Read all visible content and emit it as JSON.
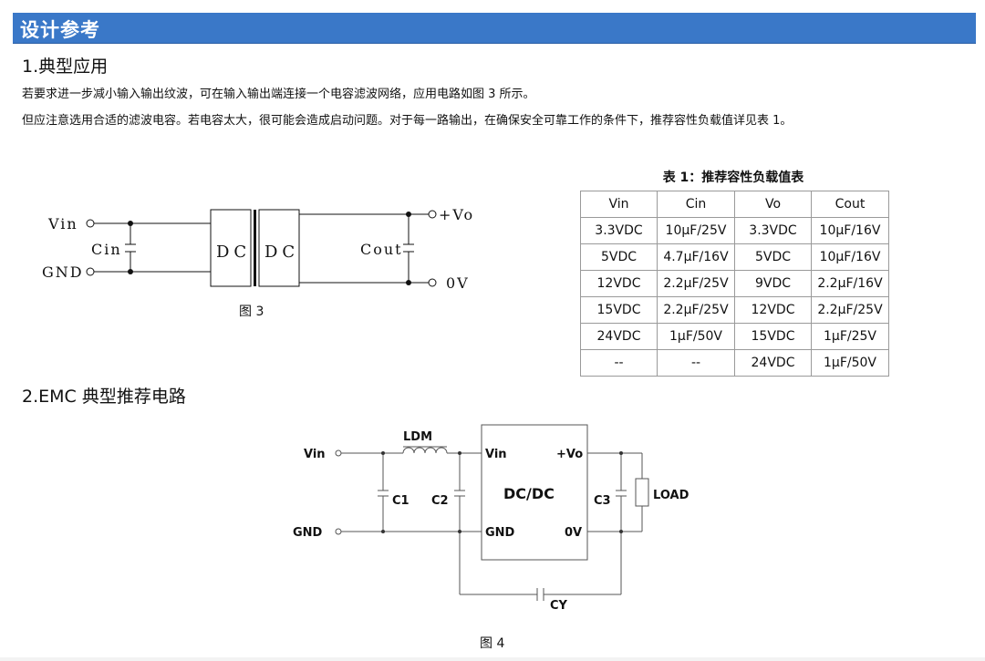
{
  "header": {
    "title": "设计参考"
  },
  "section1": {
    "title": "1.典型应用",
    "para1": "若要求进一步减小输入输出纹波，可在输入输出端连接一个电容滤波网络，应用电路如图 3 所示。",
    "para2": "但应注意选用合适的滤波电容。若电容太大，很可能会造成启动问题。对于每一路输出，在确保安全可靠工作的条件下，推荐容性负载值详见表  1。"
  },
  "figure3": {
    "caption": "图 3",
    "labels": {
      "vin": "Vin",
      "gnd": "GND",
      "cin": "Cin",
      "dc_left": "DC",
      "dc_right": "DC",
      "cout": "Cout",
      "vo": "+Vo",
      "ov": "0V"
    }
  },
  "table1": {
    "caption": "表 1：推荐容性负载值表",
    "headers": [
      "Vin",
      "Cin",
      "Vo",
      "Cout"
    ],
    "rows": [
      [
        "3.3VDC",
        "10μF/25V",
        "3.3VDC",
        "10μF/16V"
      ],
      [
        "5VDC",
        "4.7μF/16V",
        "5VDC",
        "10μF/16V"
      ],
      [
        "12VDC",
        "2.2μF/25V",
        "9VDC",
        "2.2μF/16V"
      ],
      [
        "15VDC",
        "2.2μF/25V",
        "12VDC",
        "2.2μF/25V"
      ],
      [
        "24VDC",
        "1μF/50V",
        "15VDC",
        "1μF/25V"
      ],
      [
        "--",
        "--",
        "24VDC",
        "1μF/50V"
      ]
    ]
  },
  "section2": {
    "title": "2.EMC  典型推荐电路"
  },
  "figure4": {
    "caption": "图 4",
    "labels": {
      "vin": "Vin",
      "gnd": "GND",
      "ldm": "LDM",
      "c1": "C1",
      "c2": "C2",
      "c3": "C3",
      "cy": "CY",
      "module": "DC/DC",
      "pin_vin": "Vin",
      "pin_gnd": "GND",
      "pin_vo": "+Vo",
      "pin_0v": "0V",
      "load": "LOAD"
    }
  }
}
